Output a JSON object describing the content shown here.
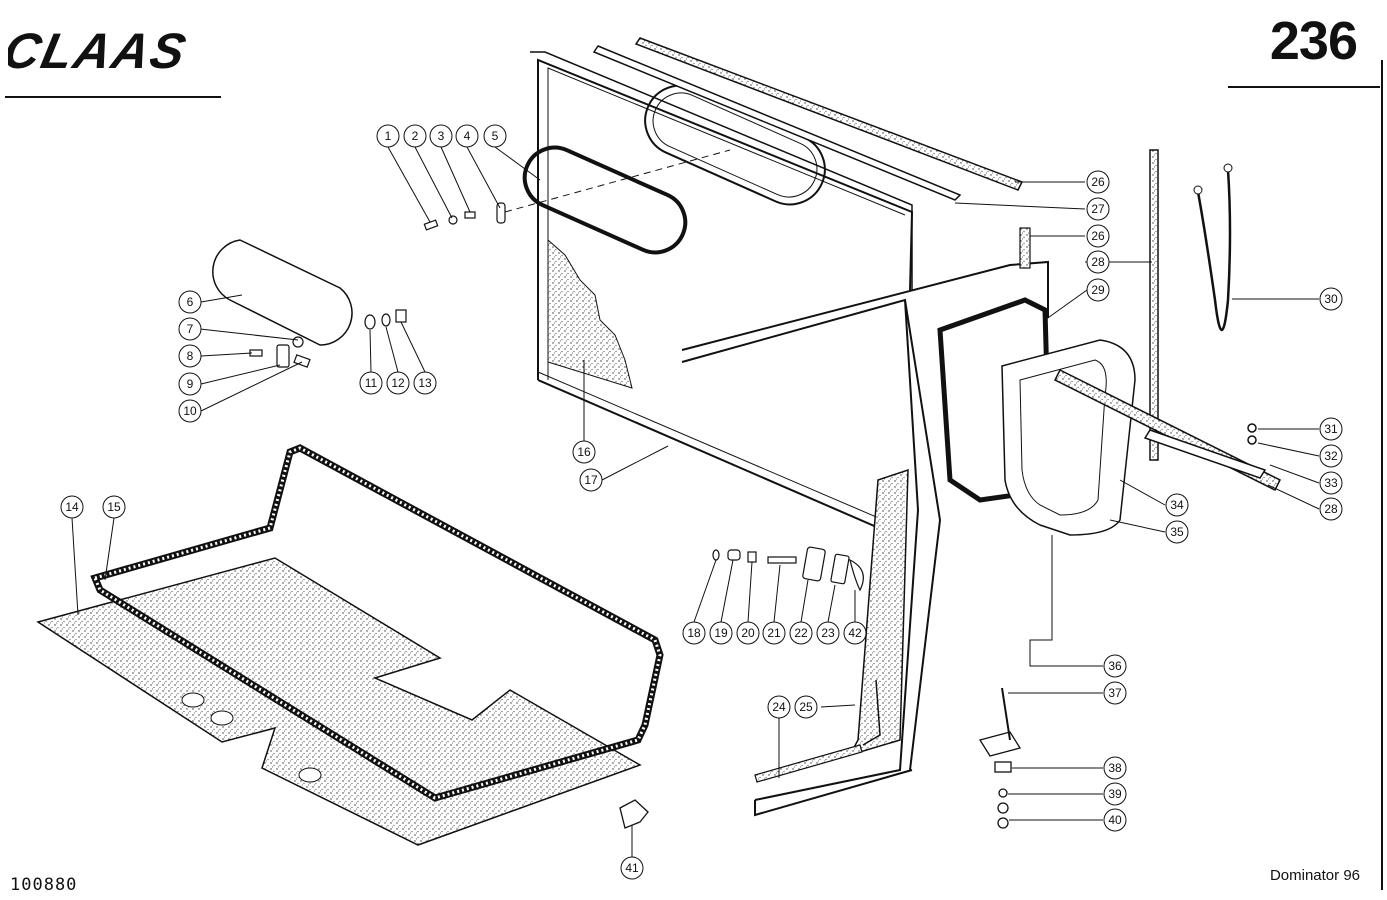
{
  "header": {
    "brand": "CLAAS",
    "page_number": "236"
  },
  "footer": {
    "drawing_number": "100880",
    "model": "Dominator 96"
  },
  "callouts": {
    "c1": "1",
    "c2": "2",
    "c3": "3",
    "c4": "4",
    "c5": "5",
    "c6": "6",
    "c7": "7",
    "c8": "8",
    "c9": "9",
    "c10": "10",
    "c11": "11",
    "c12": "12",
    "c13": "13",
    "c14": "14",
    "c15": "15",
    "c16": "16",
    "c17": "17",
    "c18": "18",
    "c19": "19",
    "c20": "20",
    "c21": "21",
    "c22": "22",
    "c23": "23",
    "c24": "24",
    "c25": "25",
    "c26a": "26",
    "c27": "27",
    "c26b": "26",
    "c28a": "28",
    "c29": "29",
    "c30": "30",
    "c31": "31",
    "c32": "32",
    "c33": "33",
    "c28b": "28",
    "c34": "34",
    "c35": "35",
    "c36": "36",
    "c37": "37",
    "c38": "38",
    "c39": "39",
    "c40": "40",
    "c41": "41",
    "c42": "42"
  }
}
